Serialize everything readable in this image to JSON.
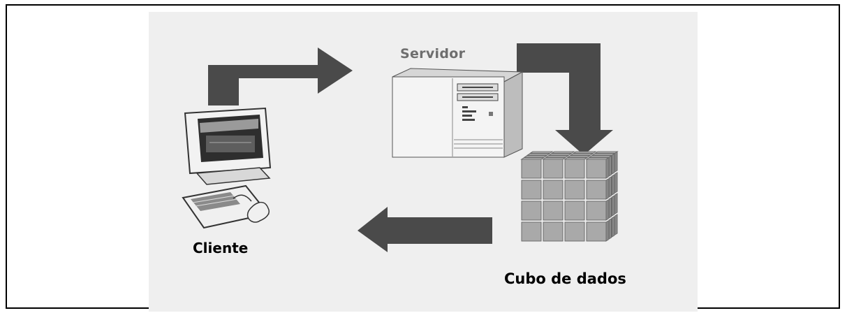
{
  "diagram": {
    "server_label": "Servidor",
    "client_label": "Cliente",
    "cube_label": "Cubo de dados"
  },
  "colors": {
    "arrow": "#4a4a4a",
    "panel_background": "#efefef",
    "server_body": "#f4f4f4",
    "cube_top": "#cfcfcf",
    "cube_front": "#a9a9a9",
    "cube_side": "#8a8a8a"
  },
  "icons": [
    "client-computer-icon",
    "server-tower-icon",
    "data-cube-icon",
    "arrow-icon"
  ]
}
